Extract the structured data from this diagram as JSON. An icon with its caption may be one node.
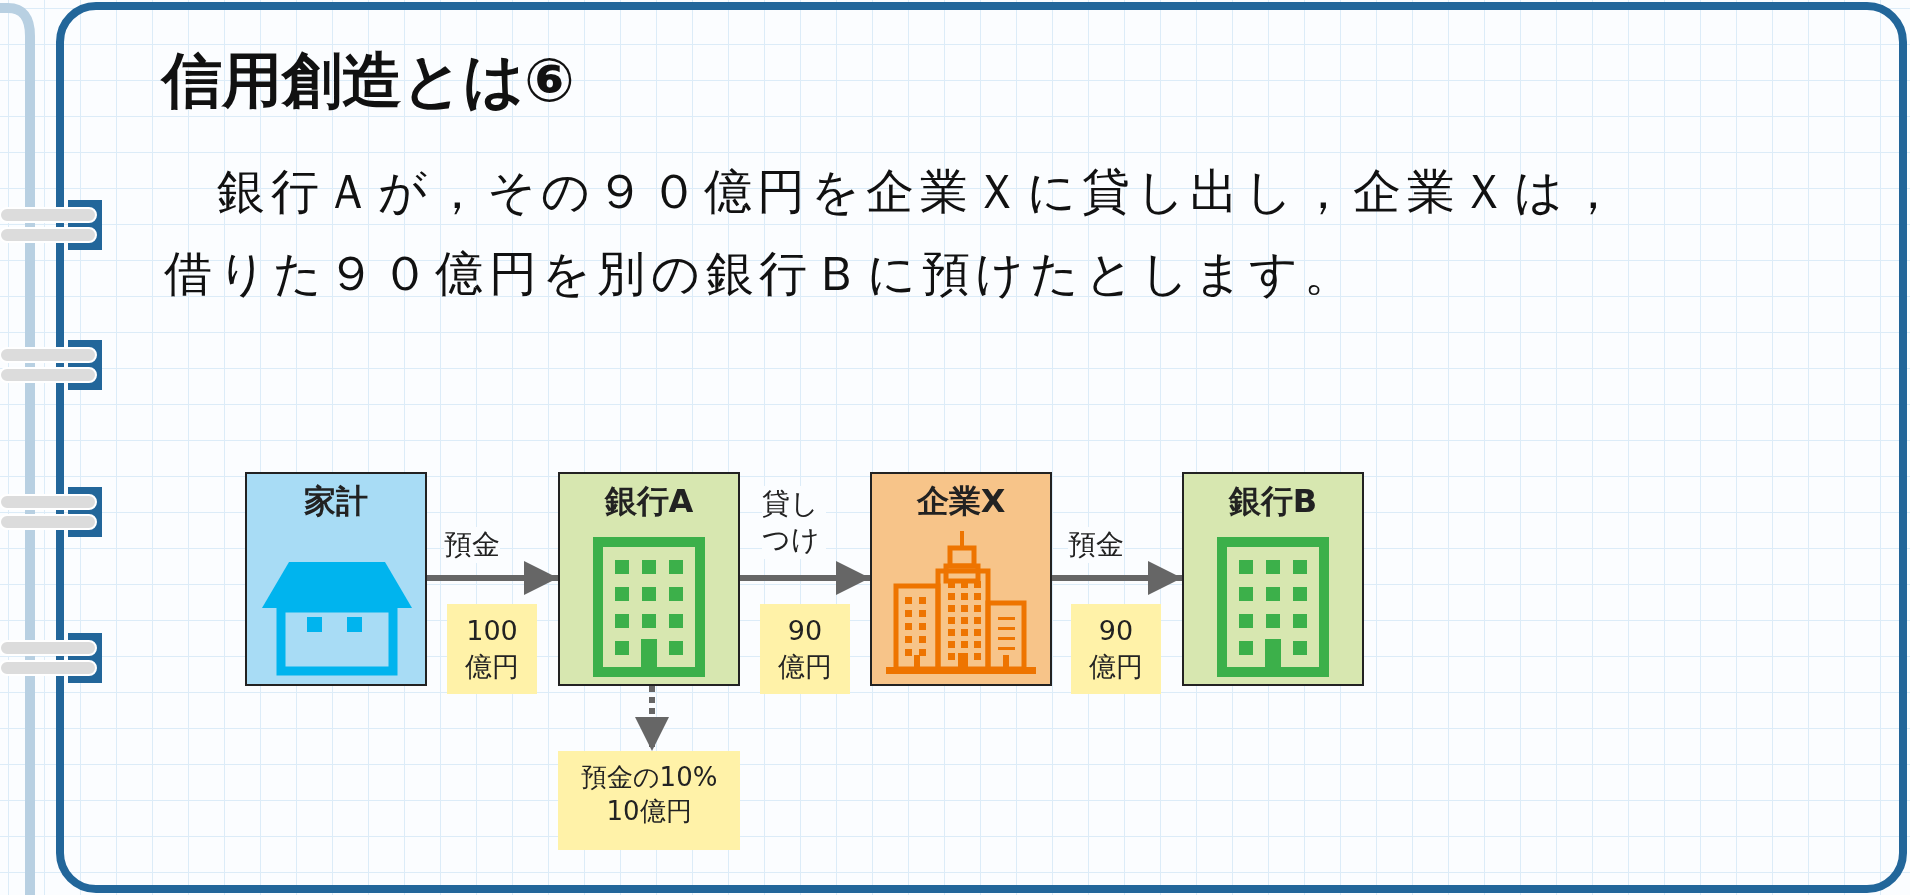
{
  "diagram": {
    "title": "信用創造とは⑥",
    "caption": "銀行Ａが，その９０億円を企業Ｘに貸し出し，企業Ｘは，借りた９０億円を別の銀行Ｂに預けたとします。",
    "nodes": [
      {
        "text": [
          "家計"
        ]
      },
      {
        "text": [
          "銀行A"
        ]
      },
      {
        "text": [
          "企業X"
        ]
      },
      {
        "text": [
          "銀行B"
        ]
      },
      {
        "text": [
          "預金の10%",
          "10億円"
        ]
      }
    ],
    "edges": [
      {
        "from": 0,
        "to": 1,
        "arrow": "to",
        "label": "預金"
      },
      {
        "from": 1,
        "to": 2,
        "arrow": "to",
        "label": "貸しつけ"
      },
      {
        "from": 2,
        "to": 3,
        "arrow": "to",
        "label": "預金"
      },
      {
        "from": 1,
        "to": 4,
        "arrow": "to",
        "style": "dashed"
      }
    ],
    "labels": [
      "100億円",
      "90億円",
      "90億円"
    ]
  }
}
